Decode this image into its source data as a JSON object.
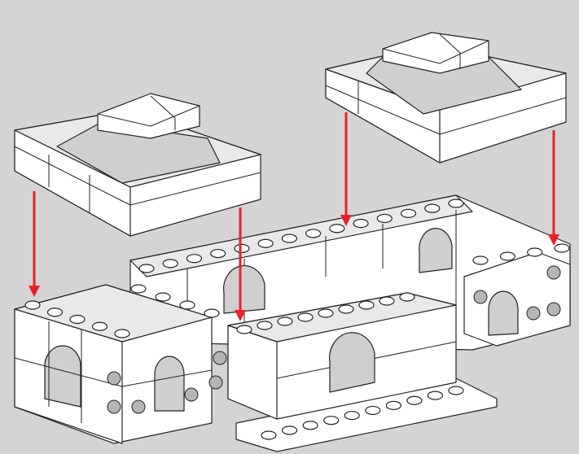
{
  "colors": {
    "background": "#d4d4d4",
    "brick": "#ffffff",
    "brick_shade": "#e9e9e9",
    "outline": "#222222",
    "arrow": "#e8202a"
  },
  "arrows": [
    {
      "from": "left-roof-assembly",
      "to": "left-tower"
    },
    {
      "from": "left-roof-assembly",
      "to": "center-wall"
    },
    {
      "from": "right-roof-assembly",
      "to": "back-wall"
    },
    {
      "from": "right-roof-assembly",
      "to": "right-tower"
    }
  ]
}
